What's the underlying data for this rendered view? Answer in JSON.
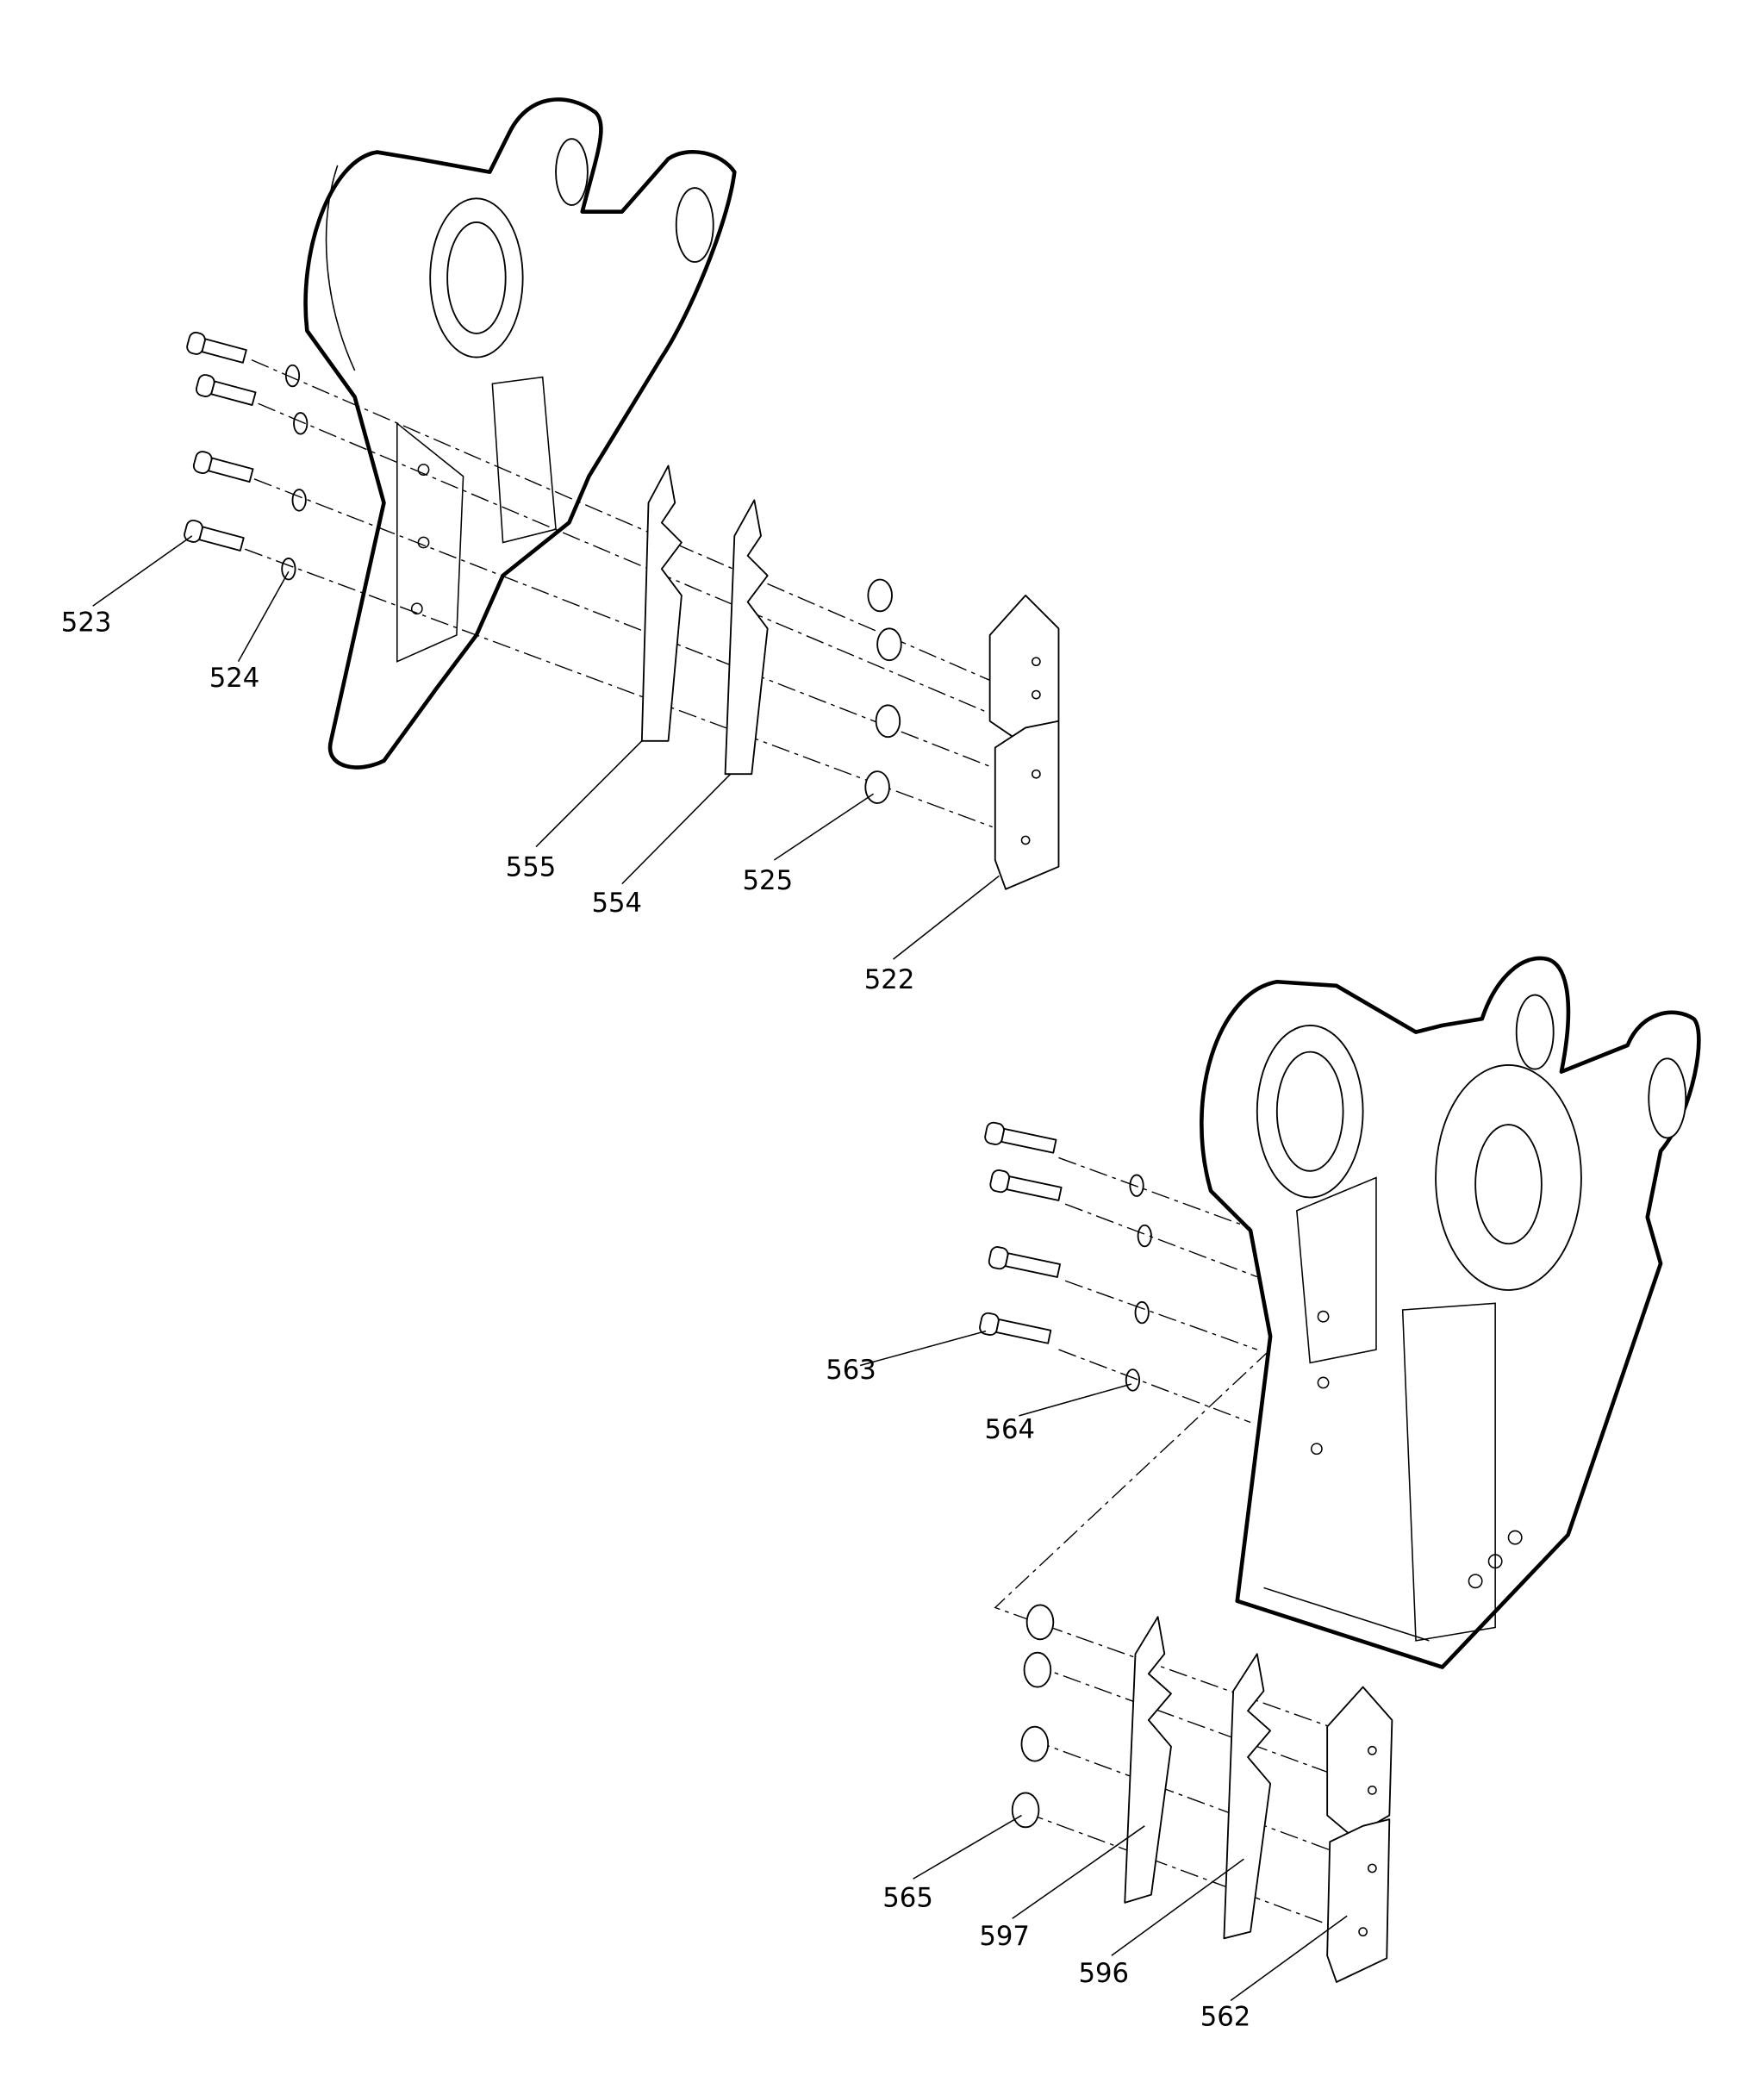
{
  "labels": {
    "upper": {
      "bolt": "523",
      "washer": "524",
      "shim_a": "555",
      "shim_b": "554",
      "spacer": "525",
      "plate": "522"
    },
    "lower": {
      "bolt": "563",
      "washer": "564",
      "spacer": "565",
      "shim_a": "597",
      "shim_b": "596",
      "plate": "562"
    }
  }
}
